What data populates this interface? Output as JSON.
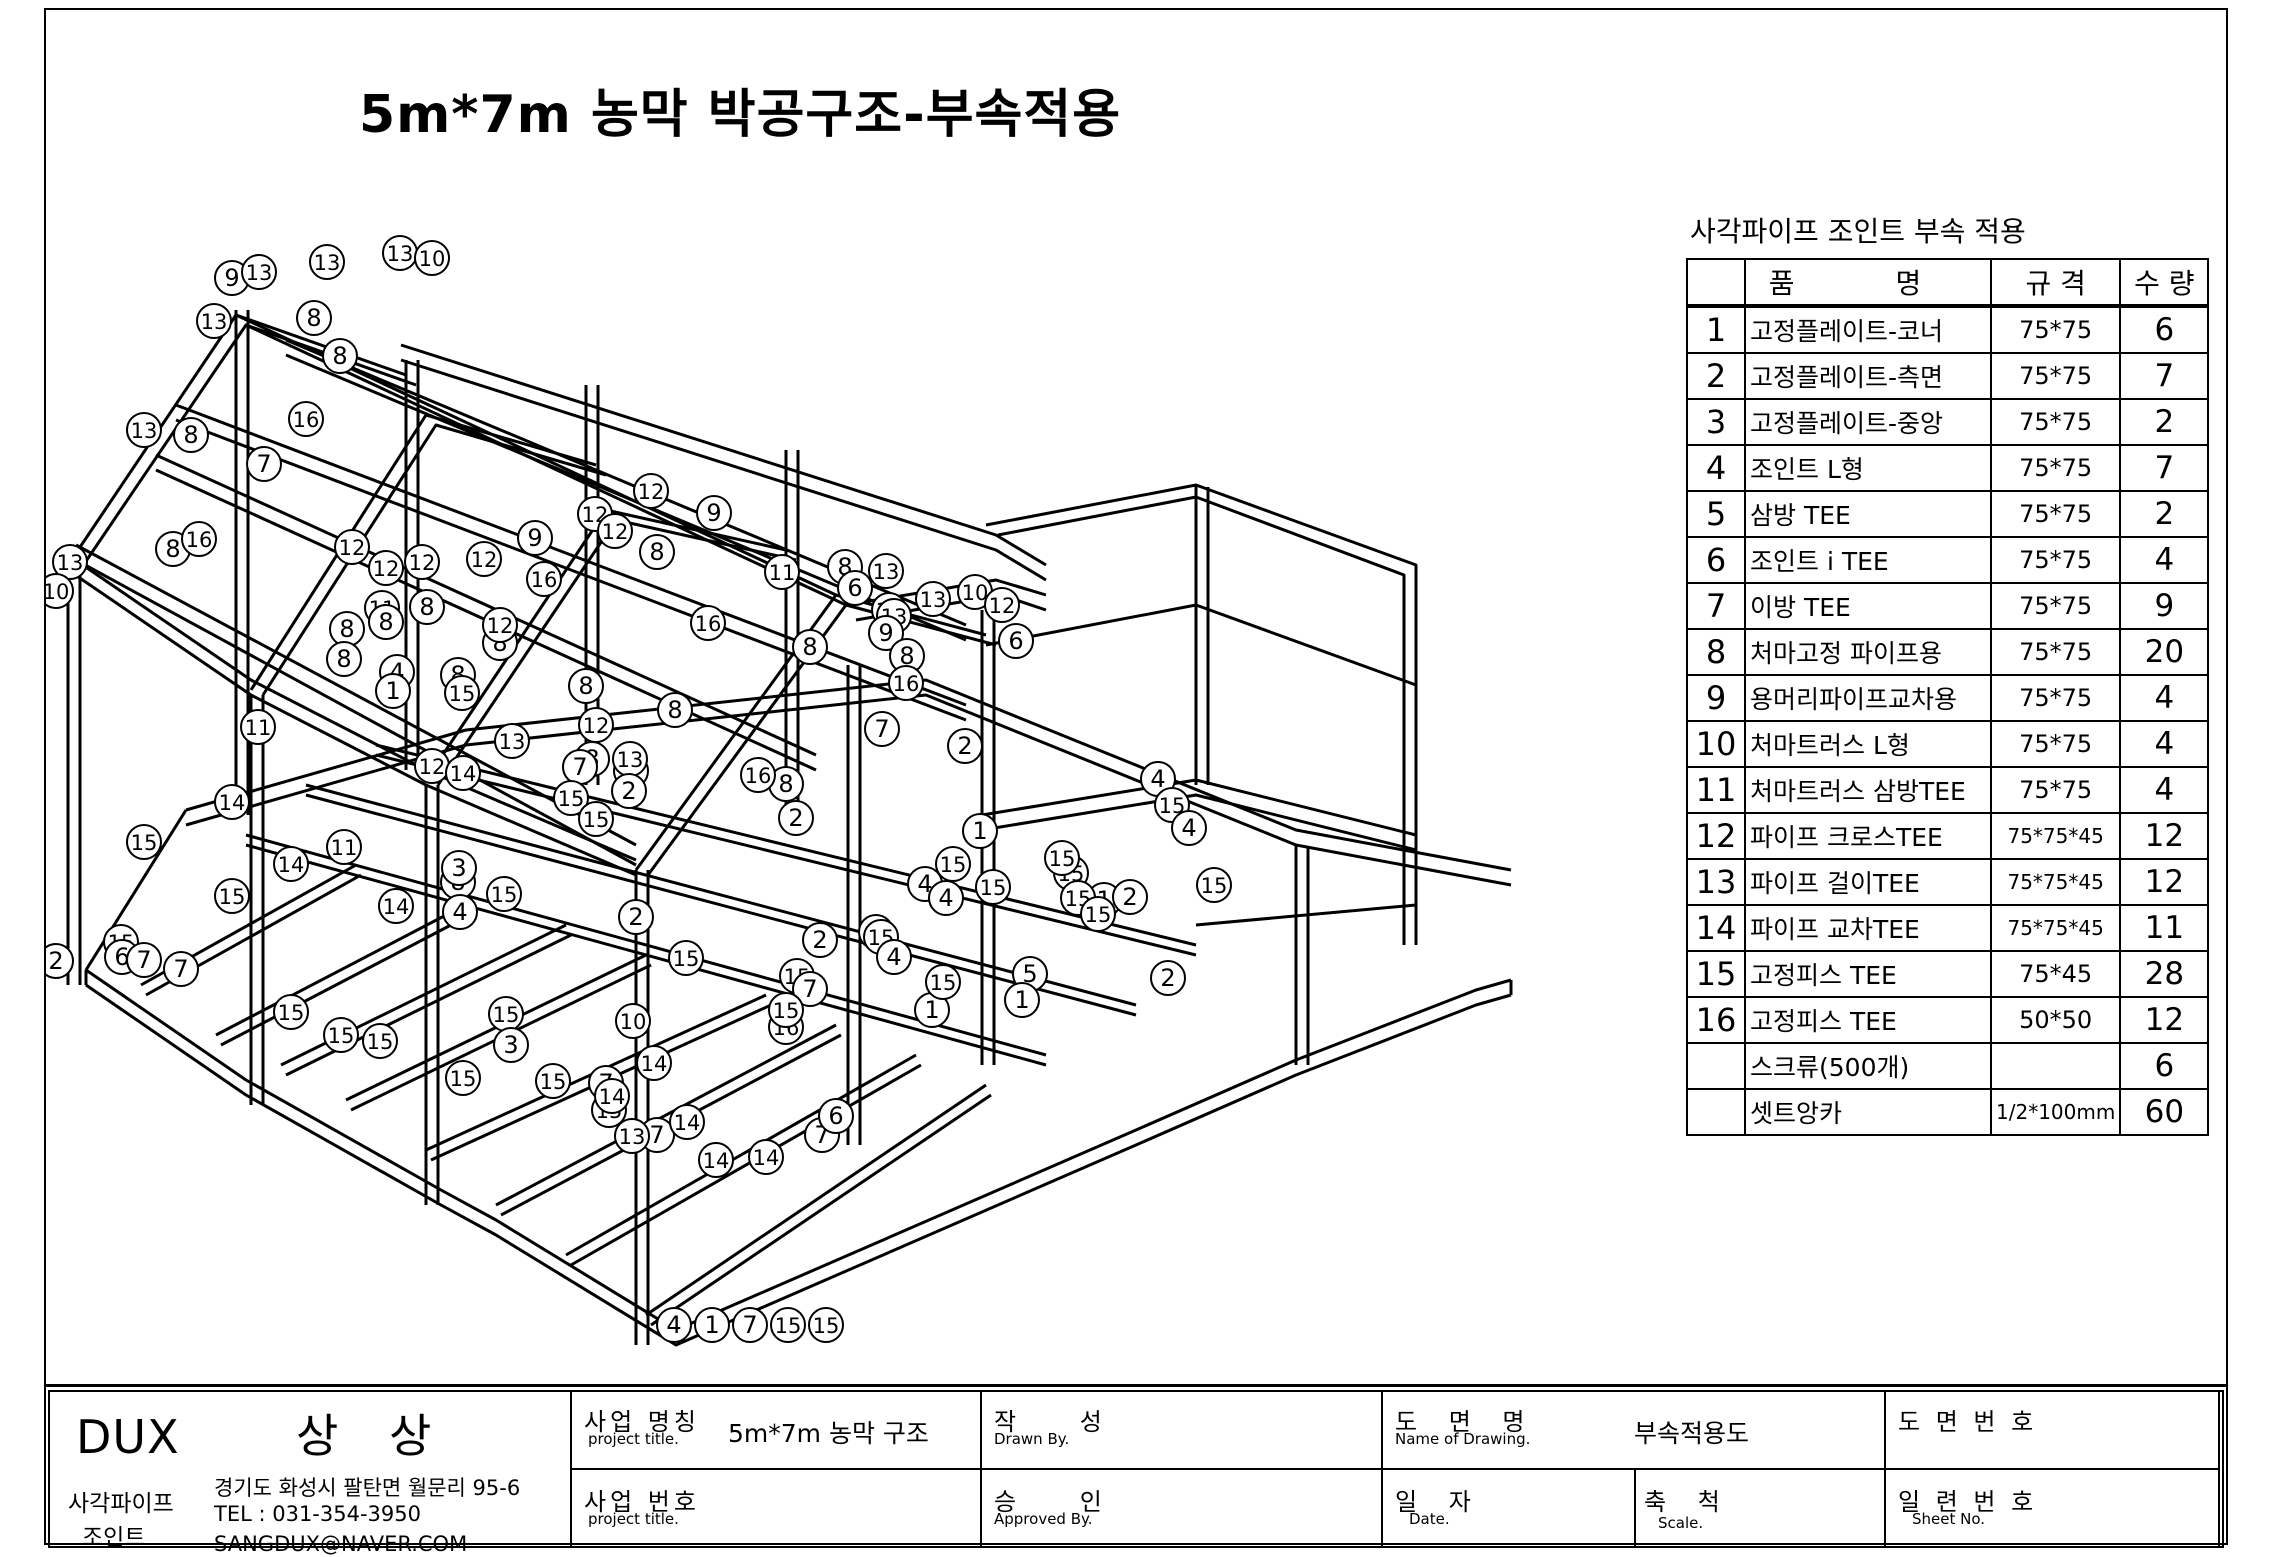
{
  "title": "5m*7m 농막 박공구조-부속적용",
  "parts_table": {
    "title": "사각파이프 조인트 부속 적용",
    "headers": {
      "name": "품 명",
      "spec": "규 격",
      "qty": "수 량"
    },
    "rows": [
      {
        "no": "1",
        "name": "고정플레이트-코너",
        "spec": "75*75",
        "qty": "6"
      },
      {
        "no": "2",
        "name": "고정플레이트-측면",
        "spec": "75*75",
        "qty": "7"
      },
      {
        "no": "3",
        "name": "고정플레이트-중앙",
        "spec": "75*75",
        "qty": "2"
      },
      {
        "no": "4",
        "name": "조인트 L형",
        "spec": "75*75",
        "qty": "7"
      },
      {
        "no": "5",
        "name": "삼방 TEE",
        "spec": "75*75",
        "qty": "2"
      },
      {
        "no": "6",
        "name": "조인트 i TEE",
        "spec": "75*75",
        "qty": "4"
      },
      {
        "no": "7",
        "name": "이방 TEE",
        "spec": "75*75",
        "qty": "9"
      },
      {
        "no": "8",
        "name": "처마고정 파이프용",
        "spec": "75*75",
        "qty": "20"
      },
      {
        "no": "9",
        "name": "용머리파이프교차용",
        "spec": "75*75",
        "qty": "4"
      },
      {
        "no": "10",
        "name": "처마트러스 L형",
        "spec": "75*75",
        "qty": "4"
      },
      {
        "no": "11",
        "name": "처마트러스 삼방TEE",
        "spec": "75*75",
        "qty": "4"
      },
      {
        "no": "12",
        "name": "파이프 크로스TEE",
        "spec": "75*75*45",
        "qty": "12"
      },
      {
        "no": "13",
        "name": "파이프 걸이TEE",
        "spec": "75*75*45",
        "qty": "12"
      },
      {
        "no": "14",
        "name": "파이프 교차TEE",
        "spec": "75*75*45",
        "qty": "11"
      },
      {
        "no": "15",
        "name": "고정피스 TEE",
        "spec": "75*45",
        "qty": "28"
      },
      {
        "no": "16",
        "name": "고정피스 TEE",
        "spec": "50*50",
        "qty": "12"
      },
      {
        "no": "",
        "name": "스크류(500개)",
        "spec": "",
        "qty": "6"
      },
      {
        "no": "",
        "name": "셋트앙카",
        "spec": "1/2*100mm",
        "qty": "60"
      }
    ]
  },
  "title_block": {
    "company": "DUX",
    "company_kr": "상 상",
    "company_sub1": "사각파이프",
    "company_sub2": "조인트",
    "address": "경기도 화성시 팔탄면 월문리 95-6",
    "tel": "TEL : 031-354-3950",
    "email": "SANGDUX@NAVER.COM",
    "project_name_label_kr": "사업 명칭",
    "project_name_label_en": "project title.",
    "project_name_value": "5m*7m 농막 구조",
    "project_no_label_kr": "사업 번호",
    "project_no_label_en": "project title.",
    "drawn_label_kr": "작 성",
    "drawn_label_en": "Drawn By.",
    "approved_label_kr": "승 인",
    "approved_label_en": "Approved By.",
    "drawing_name_label_kr": "도 면 명",
    "drawing_name_label_en": "Name of Drawing.",
    "drawing_name_value": "부속적용도",
    "date_label_kr": "일 자",
    "date_label_en": "Date.",
    "scale_label_kr": "축 척",
    "scale_label_en": "Scale.",
    "drawing_no_label": "도 면 번 호",
    "sheet_no_label_kr": "일 련 번 호",
    "sheet_no_label_en": "Sheet No."
  },
  "diagram": {
    "bubbles": [
      {
        "id": "b1",
        "label": "9"
      },
      {
        "id": "b2",
        "label": "13"
      },
      {
        "id": "b3",
        "label": "13"
      },
      {
        "id": "b4",
        "label": "13"
      },
      {
        "id": "b5",
        "label": "10"
      },
      {
        "id": "b6",
        "label": "13"
      },
      {
        "id": "b7",
        "label": "8"
      },
      {
        "id": "b8",
        "label": "8"
      },
      {
        "id": "b9",
        "label": "16"
      },
      {
        "id": "b10",
        "label": "13"
      },
      {
        "id": "b11",
        "label": "8"
      },
      {
        "id": "b12",
        "label": "7"
      },
      {
        "id": "b13",
        "label": "8"
      },
      {
        "id": "b14",
        "label": "16"
      },
      {
        "id": "b15",
        "label": "13"
      },
      {
        "id": "b16",
        "label": "10"
      },
      {
        "id": "b17",
        "label": "12"
      },
      {
        "id": "b18",
        "label": "12"
      },
      {
        "id": "b19",
        "label": "12"
      },
      {
        "id": "b20",
        "label": "9"
      },
      {
        "id": "b21",
        "label": "12"
      },
      {
        "id": "b22",
        "label": "8"
      },
      {
        "id": "b23",
        "label": "11"
      },
      {
        "id": "b24",
        "label": "8"
      },
      {
        "id": "b25",
        "label": "16"
      },
      {
        "id": "b26",
        "label": "12"
      },
      {
        "id": "b27",
        "label": "8"
      },
      {
        "id": "b28",
        "label": "8"
      },
      {
        "id": "b29",
        "label": "8"
      },
      {
        "id": "b30",
        "label": "4"
      },
      {
        "id": "b31",
        "label": "8"
      },
      {
        "id": "b32",
        "label": "12"
      },
      {
        "id": "b33",
        "label": "12"
      },
      {
        "id": "b34",
        "label": "9"
      },
      {
        "id": "b35",
        "label": "12"
      },
      {
        "id": "b36",
        "label": "8"
      },
      {
        "id": "b37",
        "label": "11"
      },
      {
        "id": "b38",
        "label": "8"
      },
      {
        "id": "b39",
        "label": "6"
      },
      {
        "id": "b40",
        "label": "13"
      },
      {
        "id": "b41",
        "label": "13"
      },
      {
        "id": "b42",
        "label": "10"
      },
      {
        "id": "b43",
        "label": "12"
      },
      {
        "id": "b44",
        "label": "8"
      },
      {
        "id": "b45",
        "label": "16"
      },
      {
        "id": "b46",
        "label": "13"
      },
      {
        "id": "b47",
        "label": "13"
      },
      {
        "id": "b48",
        "label": "9"
      },
      {
        "id": "b49",
        "label": "8"
      },
      {
        "id": "b50",
        "label": "6"
      },
      {
        "id": "b51",
        "label": "16"
      },
      {
        "id": "b52",
        "label": "12"
      },
      {
        "id": "b53",
        "label": "8"
      },
      {
        "id": "b54",
        "label": "8"
      },
      {
        "id": "b55",
        "label": "1"
      },
      {
        "id": "b56",
        "label": "15"
      },
      {
        "id": "b57",
        "label": "11"
      },
      {
        "id": "b58",
        "label": "12"
      },
      {
        "id": "b59",
        "label": "13"
      },
      {
        "id": "b60",
        "label": "8"
      },
      {
        "id": "b61",
        "label": "7"
      },
      {
        "id": "b62",
        "label": "8"
      },
      {
        "id": "b63",
        "label": "15"
      },
      {
        "id": "b64",
        "label": "13"
      },
      {
        "id": "b65",
        "label": "2"
      },
      {
        "id": "b66",
        "label": "15"
      },
      {
        "id": "b67",
        "label": "8"
      },
      {
        "id": "b68",
        "label": "7"
      },
      {
        "id": "b69",
        "label": "16"
      },
      {
        "id": "b70",
        "label": "2"
      },
      {
        "id": "b71",
        "label": "14"
      },
      {
        "id": "b72",
        "label": "14"
      },
      {
        "id": "b73",
        "label": "11"
      },
      {
        "id": "b74",
        "label": "14"
      },
      {
        "id": "b75",
        "label": "8"
      },
      {
        "id": "b76",
        "label": "14"
      },
      {
        "id": "b77",
        "label": "3"
      },
      {
        "id": "b78",
        "label": "15"
      },
      {
        "id": "b79",
        "label": "4"
      },
      {
        "id": "b80",
        "label": "15"
      },
      {
        "id": "b81",
        "label": "15"
      },
      {
        "id": "b82",
        "label": "15"
      },
      {
        "id": "b83",
        "label": "7"
      },
      {
        "id": "b84",
        "label": "15"
      },
      {
        "id": "b85",
        "label": "15"
      },
      {
        "id": "b86",
        "label": "15"
      },
      {
        "id": "b87",
        "label": "15"
      },
      {
        "id": "b88",
        "label": "15"
      },
      {
        "id": "b89",
        "label": "15"
      },
      {
        "id": "b90",
        "label": "7"
      },
      {
        "id": "b91",
        "label": "14"
      },
      {
        "id": "b92",
        "label": "7"
      },
      {
        "id": "b93",
        "label": "14"
      },
      {
        "id": "b94",
        "label": "3"
      },
      {
        "id": "b95",
        "label": "14"
      },
      {
        "id": "b96",
        "label": "14"
      },
      {
        "id": "b97",
        "label": "14"
      },
      {
        "id": "b98",
        "label": "7"
      },
      {
        "id": "b99",
        "label": "6"
      },
      {
        "id": "b100",
        "label": "13"
      },
      {
        "id": "b101",
        "label": "10"
      },
      {
        "id": "b102",
        "label": "15"
      },
      {
        "id": "b103",
        "label": "2"
      },
      {
        "id": "b104",
        "label": "15"
      },
      {
        "id": "b105",
        "label": "7"
      },
      {
        "id": "b106",
        "label": "16"
      },
      {
        "id": "b107",
        "label": "15"
      },
      {
        "id": "b108",
        "label": "2"
      },
      {
        "id": "b109",
        "label": "4"
      },
      {
        "id": "b110",
        "label": "2"
      },
      {
        "id": "b111",
        "label": "1"
      },
      {
        "id": "b112",
        "label": "15"
      },
      {
        "id": "b113",
        "label": "5"
      },
      {
        "id": "b114",
        "label": "15"
      },
      {
        "id": "b115",
        "label": "1"
      },
      {
        "id": "b116",
        "label": "15"
      },
      {
        "id": "b117",
        "label": "4"
      },
      {
        "id": "b118",
        "label": "15"
      },
      {
        "id": "b119",
        "label": "15"
      },
      {
        "id": "b120",
        "label": "1"
      },
      {
        "id": "b121",
        "label": "15"
      },
      {
        "id": "b122",
        "label": "15"
      },
      {
        "id": "b123",
        "label": "4"
      },
      {
        "id": "b124",
        "label": "15"
      },
      {
        "id": "b125",
        "label": "4"
      },
      {
        "id": "b126",
        "label": "15"
      },
      {
        "id": "b127",
        "label": "15"
      },
      {
        "id": "b128",
        "label": "5"
      },
      {
        "id": "b129",
        "label": "2"
      },
      {
        "id": "b130",
        "label": "4"
      },
      {
        "id": "b131",
        "label": "1"
      },
      {
        "id": "b132",
        "label": "2"
      },
      {
        "id": "b133",
        "label": "2"
      },
      {
        "id": "b134",
        "label": "6"
      },
      {
        "id": "b135",
        "label": "7"
      },
      {
        "id": "b136",
        "label": "15"
      },
      {
        "id": "b137",
        "label": "4"
      },
      {
        "id": "b138",
        "label": "1"
      },
      {
        "id": "b139",
        "label": "7"
      },
      {
        "id": "b140",
        "label": "15"
      },
      {
        "id": "b141",
        "label": "15"
      }
    ]
  }
}
